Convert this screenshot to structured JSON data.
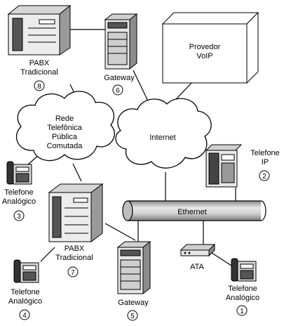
{
  "nodes": {
    "pabx8": {
      "line1": "PABX",
      "line2": "Tradicional",
      "num": "8"
    },
    "gateway6": {
      "label": "Gateway",
      "num": "6"
    },
    "provedor": {
      "line1": "Provedor",
      "line2": "VoIP"
    },
    "rede": {
      "line1": "Rede",
      "line2": "Telefônica",
      "line3": "Pública",
      "line4": "Comutada"
    },
    "internet": {
      "label": "Internet"
    },
    "telefone_ip": {
      "line1": "Telefone",
      "line2": "IP",
      "num": "2"
    },
    "tel3": {
      "line1": "Telefone",
      "line2": "Analógico",
      "num": "3"
    },
    "ethernet": {
      "label": "Ethernet"
    },
    "pabx7": {
      "line1": "PABX",
      "line2": "Tradicional",
      "num": "7"
    },
    "ata": {
      "label": "ATA"
    },
    "tel4": {
      "line1": "Telefone",
      "line2": "Analógico",
      "num": "4"
    },
    "gateway5": {
      "label": "Gateway",
      "num": "5"
    },
    "tel1": {
      "line1": "Telefone",
      "line2": "Analógico",
      "num": "1"
    }
  },
  "icons": [
    "pabx-icon",
    "gateway-icon",
    "server-icon",
    "cloud-icon",
    "ip-phone-icon",
    "analog-phone-icon",
    "ata-icon",
    "ethernet-bus-icon"
  ]
}
